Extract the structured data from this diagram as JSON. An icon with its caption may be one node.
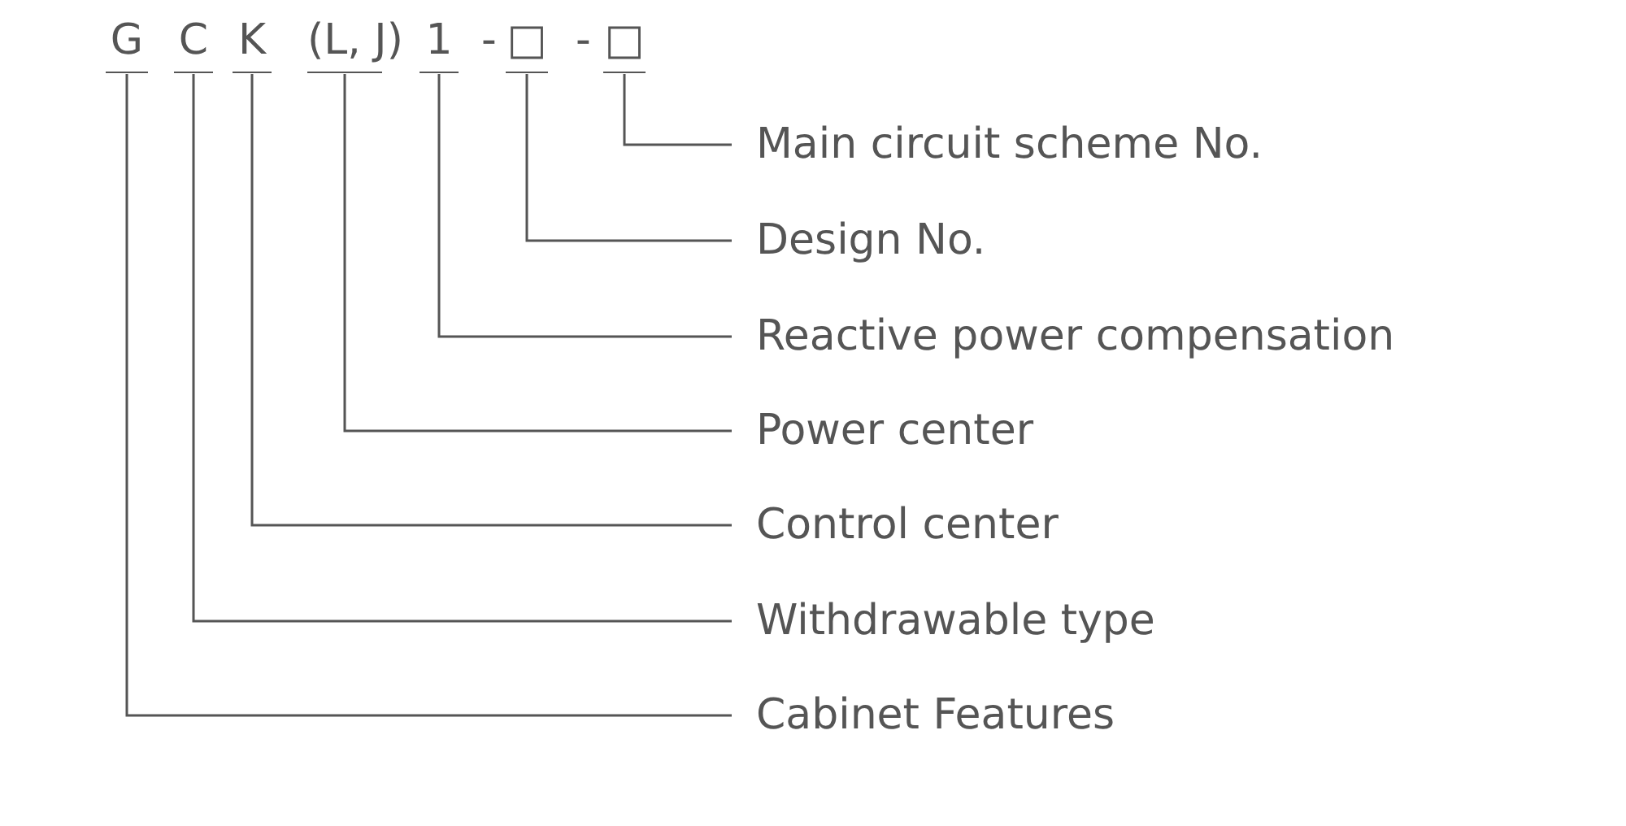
{
  "diagram": {
    "nodes": [
      {
        "text": [
          "G"
        ]
      },
      {
        "text": [
          "C"
        ]
      },
      {
        "text": [
          "K"
        ]
      },
      {
        "text": [
          "(L, J)"
        ]
      },
      {
        "text": [
          "1"
        ]
      },
      {
        "text": [
          "□"
        ]
      },
      {
        "text": [
          "□"
        ]
      },
      {
        "text": [
          "Main circuit scheme No."
        ]
      },
      {
        "text": [
          "Design No."
        ]
      },
      {
        "text": [
          "Reactive power compensation"
        ]
      },
      {
        "text": [
          "Power center"
        ]
      },
      {
        "text": [
          "Control center"
        ]
      },
      {
        "text": [
          "Withdrawable type"
        ]
      },
      {
        "text": [
          "Cabinet Features"
        ]
      }
    ],
    "edges": [
      {
        "from": 6,
        "to": 7,
        "arrow": "none"
      },
      {
        "from": 5,
        "to": 8,
        "arrow": "none"
      },
      {
        "from": 4,
        "to": 9,
        "arrow": "none"
      },
      {
        "from": 3,
        "to": 10,
        "arrow": "none"
      },
      {
        "from": 2,
        "to": 11,
        "arrow": "none"
      },
      {
        "from": 1,
        "to": 12,
        "arrow": "none"
      },
      {
        "from": 0,
        "to": 13,
        "arrow": "none"
      }
    ],
    "labels": [
      "-",
      "-"
    ]
  }
}
